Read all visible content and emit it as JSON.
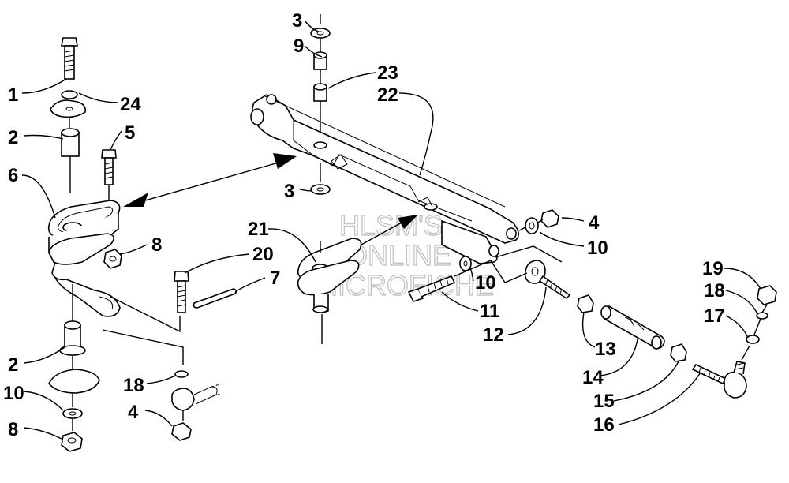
{
  "watermark": {
    "line1": "HLSM'S",
    "line2": "ONLINE",
    "line3": "MICROFICHE"
  },
  "callouts": [
    {
      "id": "c1",
      "text": "1"
    },
    {
      "id": "c24",
      "text": "24"
    },
    {
      "id": "c2a",
      "text": "2"
    },
    {
      "id": "c5",
      "text": "5"
    },
    {
      "id": "c6",
      "text": "6"
    },
    {
      "id": "c8a",
      "text": "8"
    },
    {
      "id": "c20",
      "text": "20"
    },
    {
      "id": "c7",
      "text": "7"
    },
    {
      "id": "c2b",
      "text": "2"
    },
    {
      "id": "c18a",
      "text": "18"
    },
    {
      "id": "c10a",
      "text": "10"
    },
    {
      "id": "c4a",
      "text": "4"
    },
    {
      "id": "c8b",
      "text": "8"
    },
    {
      "id": "c3a",
      "text": "3"
    },
    {
      "id": "c9",
      "text": "9"
    },
    {
      "id": "c23",
      "text": "23"
    },
    {
      "id": "c22",
      "text": "22"
    },
    {
      "id": "c3b",
      "text": "3"
    },
    {
      "id": "c21",
      "text": "21"
    },
    {
      "id": "c4b",
      "text": "4"
    },
    {
      "id": "c10b",
      "text": "10"
    },
    {
      "id": "c10c",
      "text": "10"
    },
    {
      "id": "c11",
      "text": "11"
    },
    {
      "id": "c12",
      "text": "12"
    },
    {
      "id": "c13",
      "text": "13"
    },
    {
      "id": "c14",
      "text": "14"
    },
    {
      "id": "c15",
      "text": "15"
    },
    {
      "id": "c16",
      "text": "16"
    },
    {
      "id": "c19",
      "text": "19"
    },
    {
      "id": "c18b",
      "text": "18"
    },
    {
      "id": "c17",
      "text": "17"
    }
  ]
}
